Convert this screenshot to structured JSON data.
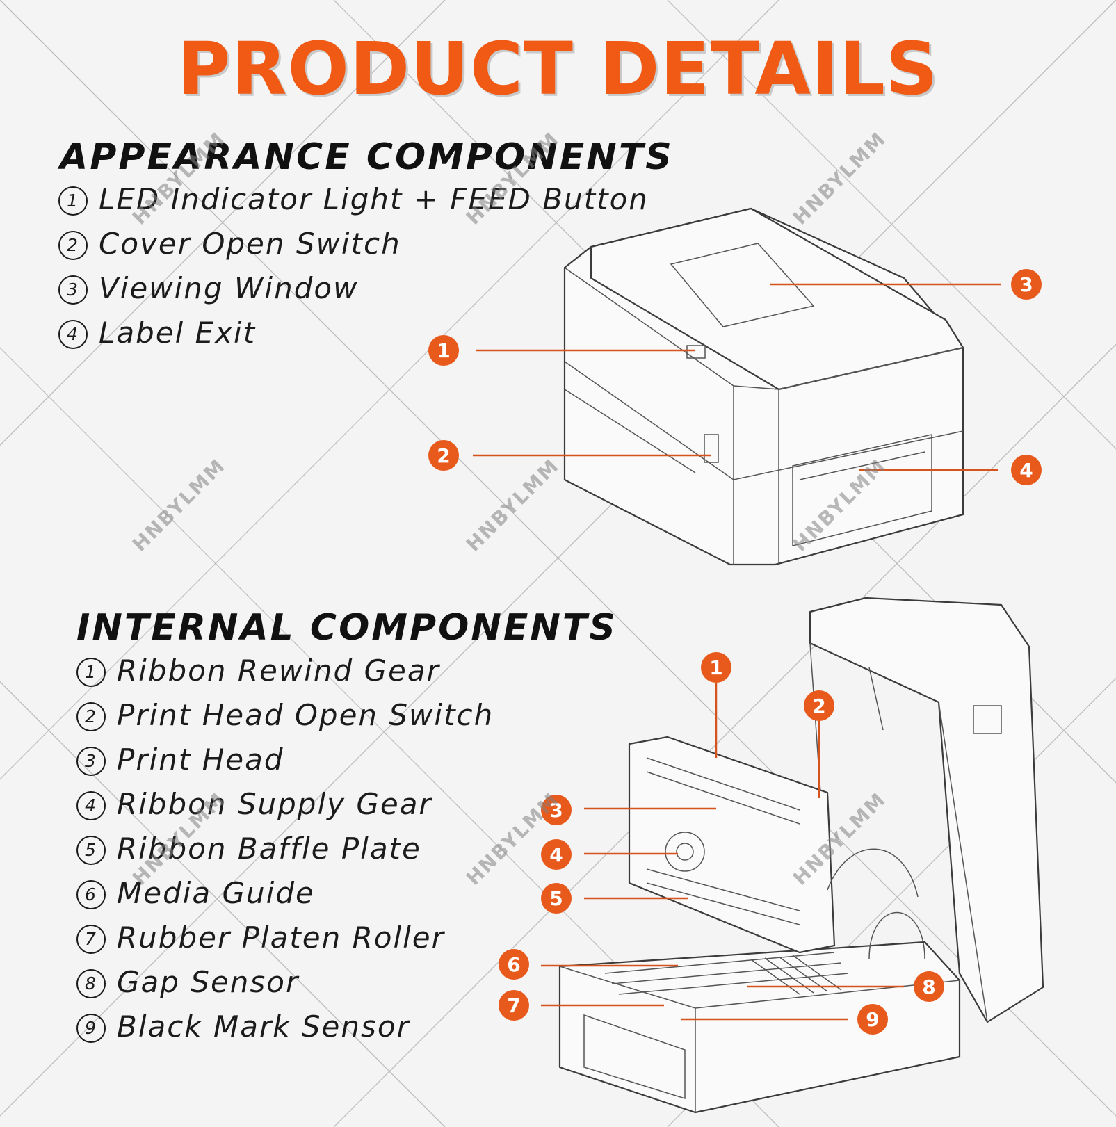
{
  "title": "PRODUCT DETAILS",
  "appearance": {
    "heading": "APPEARANCE COMPONENTS",
    "items": [
      {
        "num": "1",
        "label": "LED Indicator Light + FEED Button"
      },
      {
        "num": "2",
        "label": "Cover Open Switch"
      },
      {
        "num": "3",
        "label": "Viewing Window"
      },
      {
        "num": "4",
        "label": "Label Exit"
      }
    ]
  },
  "internal": {
    "heading": "INTERNAL COMPONENTS",
    "items": [
      {
        "num": "1",
        "label": "Ribbon Rewind Gear"
      },
      {
        "num": "2",
        "label": "Print Head Open Switch"
      },
      {
        "num": "3",
        "label": "Print Head"
      },
      {
        "num": "4",
        "label": "Ribbon Supply Gear"
      },
      {
        "num": "5",
        "label": "Ribbon Baffle Plate"
      },
      {
        "num": "6",
        "label": "Media Guide"
      },
      {
        "num": "7",
        "label": "Rubber Platen Roller"
      },
      {
        "num": "8",
        "label": "Gap Sensor"
      },
      {
        "num": "9",
        "label": "Black Mark Sensor"
      }
    ]
  },
  "watermark": "HNBYLMM",
  "colors": {
    "accent": "#f05a14",
    "text": "#1b1b1b"
  }
}
